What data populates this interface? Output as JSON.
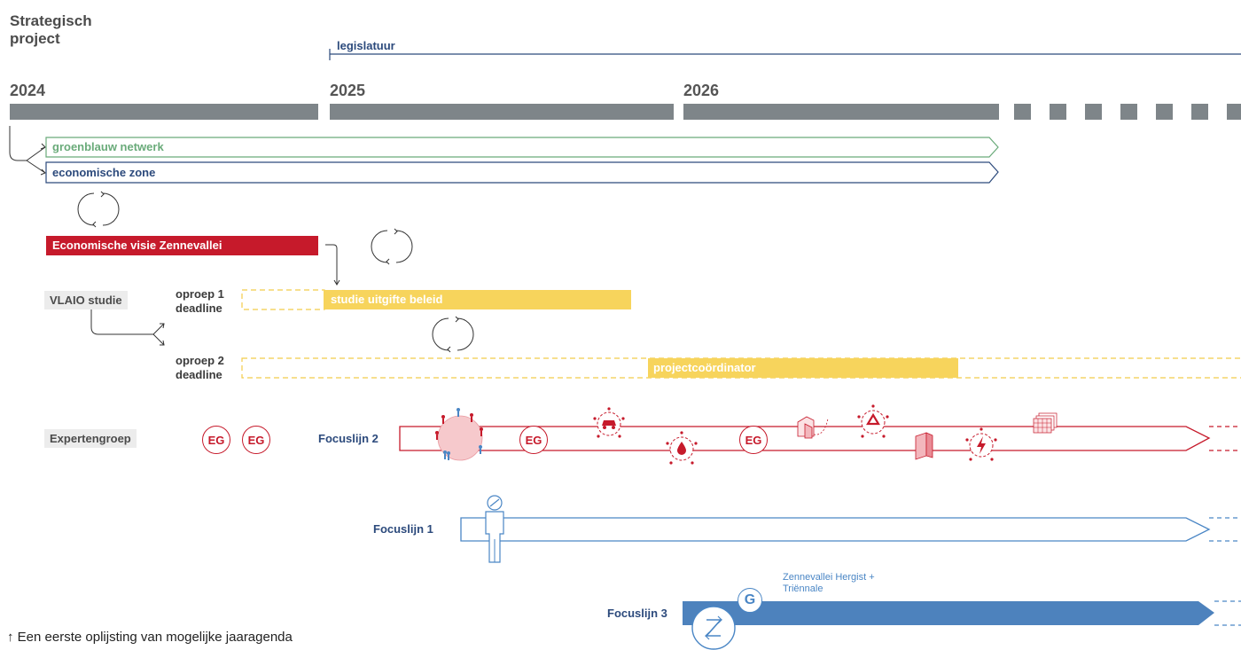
{
  "title_line1": "Strategisch",
  "title_line2": "project",
  "legislature_label": "legislatuur",
  "years": [
    "2024",
    "2025",
    "2026"
  ],
  "tracks": {
    "green": "groenblauw netwerk",
    "blue": "economische zone"
  },
  "red_bar": "Economische visie Zennevallei",
  "vlaio_tag": "VLAIO studie",
  "call1": {
    "line1": "oproep 1",
    "line2": "deadline"
  },
  "call2": {
    "line1": "oproep 2",
    "line2": "deadline"
  },
  "study_bar": "studie uitgifte beleid",
  "coordinator_bar": "projectcoördinator",
  "expert_tag": "Expertengroep",
  "eg_label": "EG",
  "focus2": "Focuslijn 2",
  "focus1": "Focuslijn 1",
  "focus3": "Focuslijn 3",
  "event_note_line1": "Zennevallei Hergist +",
  "event_note_line2": "Triënnale",
  "g_badge": "G",
  "caption": "↑ Een eerste oplijsting van mogelijke jaaragenda",
  "colors": {
    "grey": "#7e8589",
    "green": "#6aab7a",
    "navy": "#2c4a7c",
    "red": "#c61a2b",
    "yellow": "#f7d45c",
    "blue": "#4a86c5",
    "blue_fill": "#4d82bd"
  },
  "icons": [
    "cycle-arrows-icon",
    "crowd-icon",
    "car-icon",
    "water-drop-icon",
    "buildings-icon",
    "recycle-icon",
    "book-icon",
    "energy-icon",
    "grid-stack-icon",
    "person-icon",
    "zennevallei-logo-icon"
  ]
}
